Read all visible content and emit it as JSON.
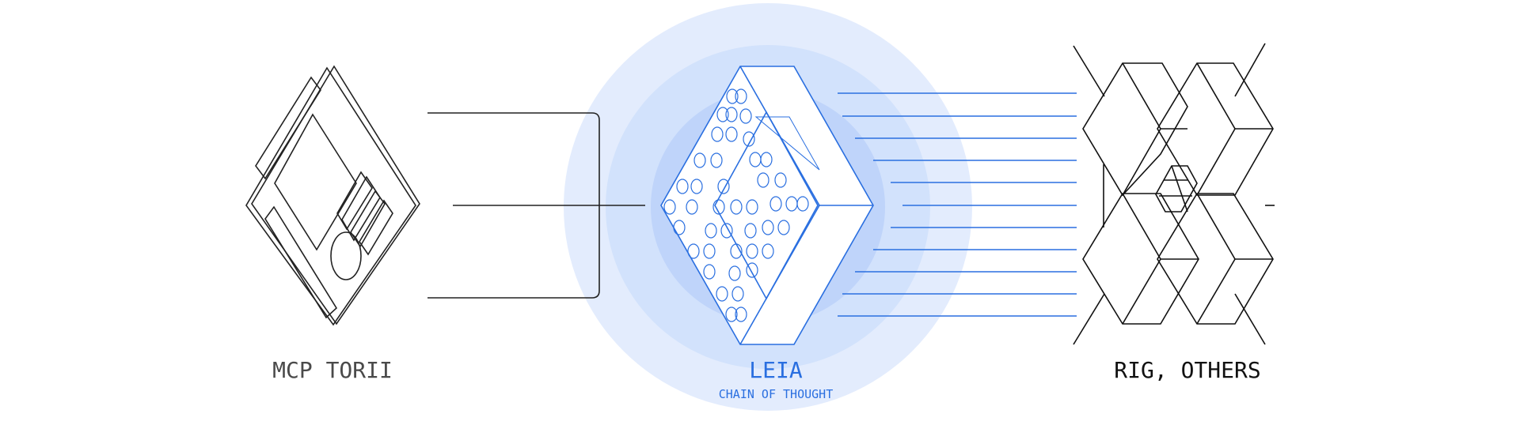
{
  "colors": {
    "accent": "#2a6fe0",
    "halo_outer": "#e3ecfd",
    "halo_mid": "#d2e2fc",
    "halo_inner": "#bfd4fa",
    "line_dark": "#222222"
  },
  "nodes": {
    "left": {
      "label": "MCP TORII",
      "icon": "tablet-device-icon"
    },
    "center": {
      "label": "LEIA",
      "sublabel": "CHAIN OF THOUGHT",
      "icon": "chip-cube-icon"
    },
    "right": {
      "label": "RIG, OTHERS",
      "icon": "interlocking-blocks-icon"
    }
  }
}
